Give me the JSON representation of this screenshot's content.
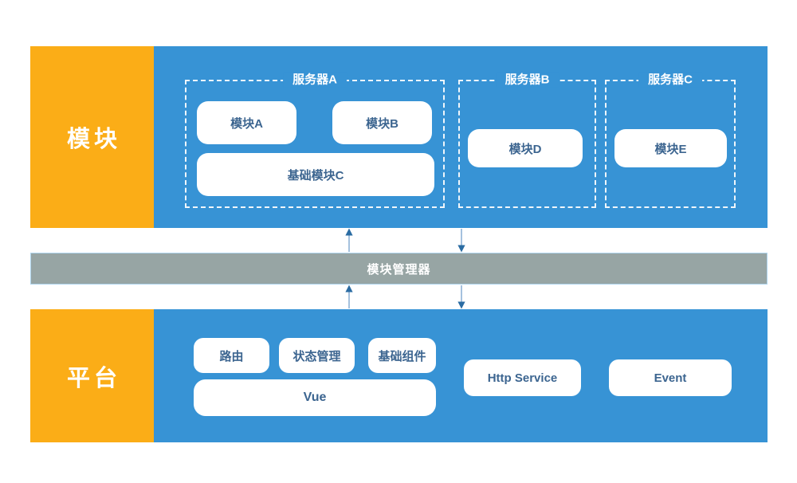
{
  "module_section": {
    "label": "模块",
    "server_a": {
      "label": "服务器A",
      "module_a": "模块A",
      "module_b": "模块B",
      "module_c": "基础模块C"
    },
    "server_b": {
      "label": "服务器B",
      "module_d": "模块D"
    },
    "server_c": {
      "label": "服务器C",
      "module_e": "模块E"
    }
  },
  "manager_bar": {
    "label": "模块管理器"
  },
  "platform_section": {
    "label": "平台",
    "router": "路由",
    "state_management": "状态管理",
    "base_components": "基础组件",
    "vue": "Vue",
    "http_service": "Http Service",
    "event": "Event"
  },
  "colors": {
    "accent_orange": "#FBAD17",
    "panel_blue": "#3793D5",
    "manager_gray": "#97A5A4",
    "manager_border": "#AED5EE",
    "box_text": "#3C6590",
    "arrow_line": "#87ACD2",
    "arrow_head": "#2B6CA3"
  }
}
